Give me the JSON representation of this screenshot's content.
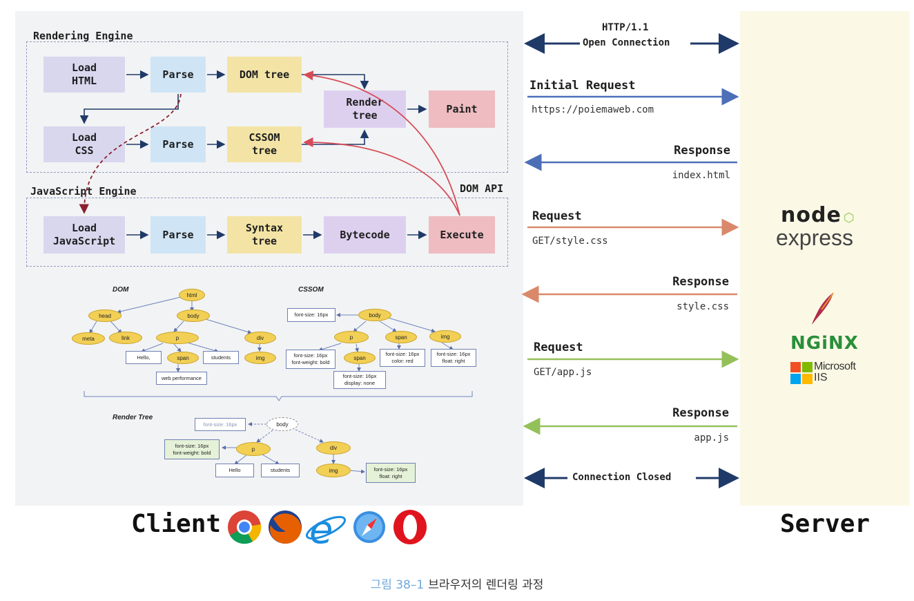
{
  "rendering_engine": {
    "title": "Rendering Engine",
    "load_html": "Load\nHTML",
    "parse_html": "Parse",
    "dom_tree": "DOM tree",
    "load_css": "Load\nCSS",
    "parse_css": "Parse",
    "cssom_tree": "CSSOM\ntree",
    "render_tree": "Render\ntree",
    "paint": "Paint"
  },
  "javascript_engine": {
    "title": "JavaScript Engine",
    "dom_api": "DOM API",
    "load_js": "Load\nJavaScript",
    "parse": "Parse",
    "syntax_tree": "Syntax\ntree",
    "bytecode": "Bytecode",
    "execute": "Execute"
  },
  "dom_tree_diagram": {
    "title": "DOM",
    "html": "html",
    "head": "head",
    "body": "body",
    "meta": "meta",
    "link": "link",
    "p": "p",
    "div": "div",
    "hello": "Hello,",
    "span": "span",
    "students": "students",
    "img": "img",
    "web_performance": "web performance"
  },
  "cssom_diagram": {
    "title": "CSSOM",
    "body": "body",
    "body_style": "font-size: 16px",
    "p": "p",
    "span_top": "span",
    "img": "img",
    "span": "span",
    "p_style": "font-size: 16px\nfont-weight: bold",
    "span_top_style": "font-size: 16px\ncolor: red",
    "img_style": "font-size: 16px\nfloat: right",
    "span_style": "font-size: 16px\ndisplay: none"
  },
  "render_tree_diagram": {
    "title": "Render Tree",
    "body": "body",
    "body_style": "font-size: 16px",
    "p": "p",
    "p_style": "font-size: 16px\nfont-weight: bold",
    "div": "div",
    "hello": "Hello",
    "students": "students",
    "img": "img",
    "img_style": "font-size: 16px\nfloat: right"
  },
  "protocol": {
    "http": "HTTP/1.1",
    "open": "Open Connection",
    "initial_request": "Initial Request",
    "initial_url": "https://poiemaweb.com",
    "response1": "Response",
    "response1_file": "index.html",
    "request2": "Request",
    "request2_path": "GET/style.css",
    "response2": "Response",
    "response2_file": "style.css",
    "request3": "Request",
    "request3_path": "GET/app.js",
    "response3": "Response",
    "response3_file": "app.js",
    "closed": "Connection Closed"
  },
  "client_label": "Client",
  "server_label": "Server",
  "server_logos": {
    "node": "node",
    "express": "express",
    "nginx": "NGiNX",
    "microsoft": "Microsoft",
    "iis": "IIS"
  },
  "caption": {
    "number": "그림 38–1",
    "text": "브라우저의 렌더링 과정"
  },
  "colors": {
    "dark_arrow": "#1f3a68",
    "blue_arrow": "#4d6fb8",
    "orange_arrow": "#d9896a",
    "green_arrow": "#94c05a",
    "red_curve": "#d64b57"
  }
}
